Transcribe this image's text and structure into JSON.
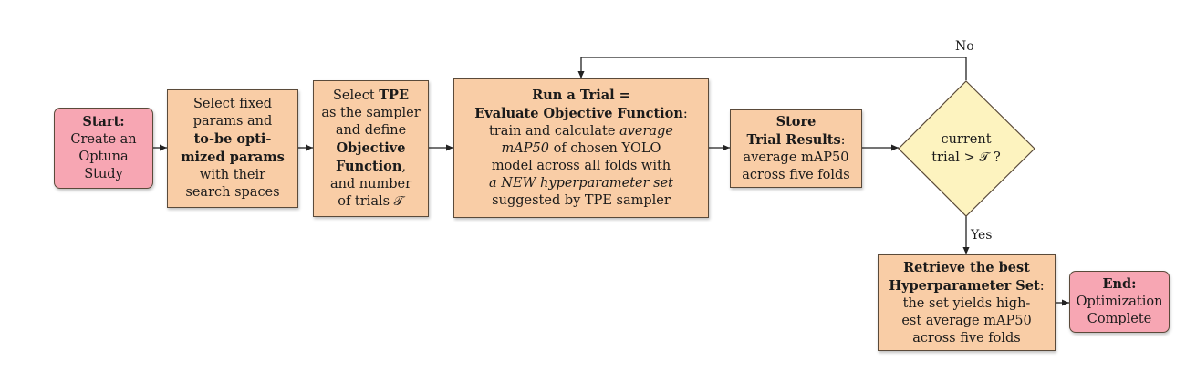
{
  "nodes": {
    "start": {
      "bold": "Start:",
      "lines": [
        "Create an",
        "Optuna",
        "Study"
      ]
    },
    "fixed_params": {
      "l1": "Select fixed",
      "l2": "params and",
      "l3": "to-be opti-",
      "l4": "mized params",
      "l5": "with their",
      "l6": "search spaces"
    },
    "select_tpe": {
      "l1a": "Select ",
      "l1b": "TPE",
      "l2": "as the sampler",
      "l3": "and define",
      "l4": "Objective",
      "l5b": "Function",
      "l5c": ",",
      "l6": "and number",
      "l7": "of trials 𝒯"
    },
    "run_trial": {
      "l1": "Run a Trial =",
      "l2b": "Evaluate Objective Function",
      "l2c": ":",
      "l3a": "train and calculate ",
      "l3b": "average",
      "l4a": "mAP50",
      "l4b": " of chosen YOLO",
      "l5": "model across all folds with",
      "l6": "a NEW hyperparameter set",
      "l7": "suggested by TPE sampler"
    },
    "store": {
      "l1": "Store",
      "l2b": "Trial Results",
      "l2c": ":",
      "l3": "average mAP50",
      "l4": "across five folds"
    },
    "decision": {
      "l1": "current",
      "l2": "trial > 𝒯 ?"
    },
    "retrieve": {
      "l1": "Retrieve the best",
      "l2b": "Hyperparameter Set",
      "l2c": ":",
      "l3": "the set yields high-",
      "l4": "est average mAP50",
      "l5": "across five folds"
    },
    "end": {
      "bold": "End:",
      "lines": [
        "Optimization",
        "Complete"
      ]
    }
  },
  "edge_labels": {
    "no": "No",
    "yes": "Yes"
  },
  "colors": {
    "process_fill": "#f9cda6",
    "terminal_fill": "#f7a6b3",
    "decision_fill": "#fdf3bf",
    "edge": "#222222"
  }
}
